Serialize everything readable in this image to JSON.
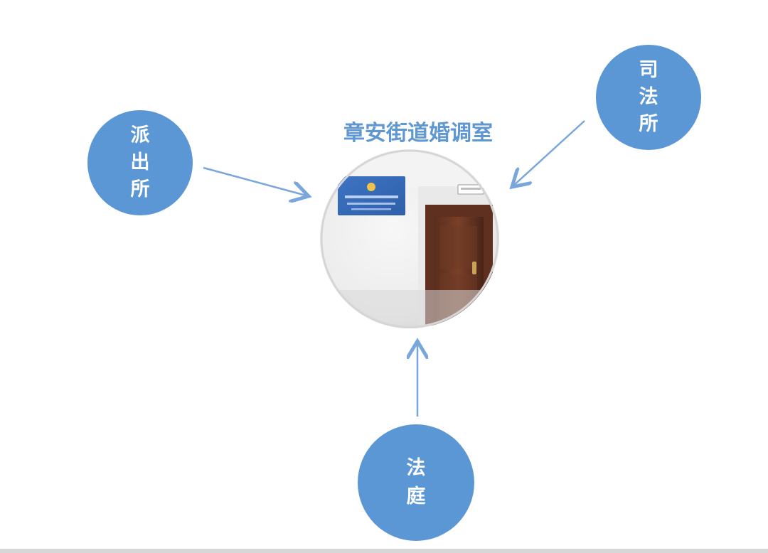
{
  "diagram": {
    "title": "章安街道婚调室",
    "nodes": {
      "left": {
        "label": "派出所"
      },
      "right": {
        "label": "司法所"
      },
      "bottom": {
        "label": "法庭"
      }
    },
    "photo": {
      "description": "Interior hallway wall with blue plaque and brown door"
    },
    "colors": {
      "node_fill": "#5b97d5",
      "node_text": "#ffffff",
      "title_text": "#5f97d0",
      "arrow": "#79a7dc"
    }
  }
}
